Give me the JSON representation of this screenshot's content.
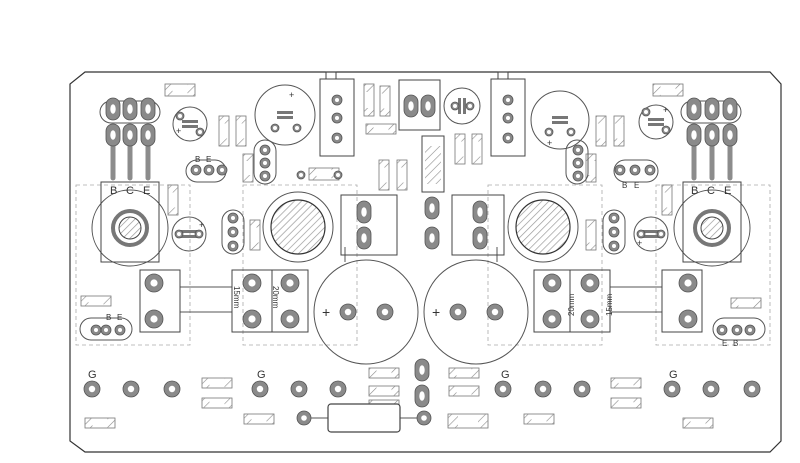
{
  "diagram": {
    "type": "pcb-layout",
    "colors": {
      "background": "#ffffff",
      "outline": "#333333",
      "pad_ring": "#8a8a8a",
      "pad_hole": "#ffffff",
      "trace": "#8c8c8c",
      "hatch": "#9a9a9a",
      "resistor_pad": "#bfbfbf",
      "text": "#333333"
    },
    "labels": {
      "base": "B",
      "collector": "C",
      "emitter": "E",
      "gate": "G",
      "plus": "+",
      "spacing_15mm": "15mm",
      "spacing_20mm": "20mm"
    }
  }
}
